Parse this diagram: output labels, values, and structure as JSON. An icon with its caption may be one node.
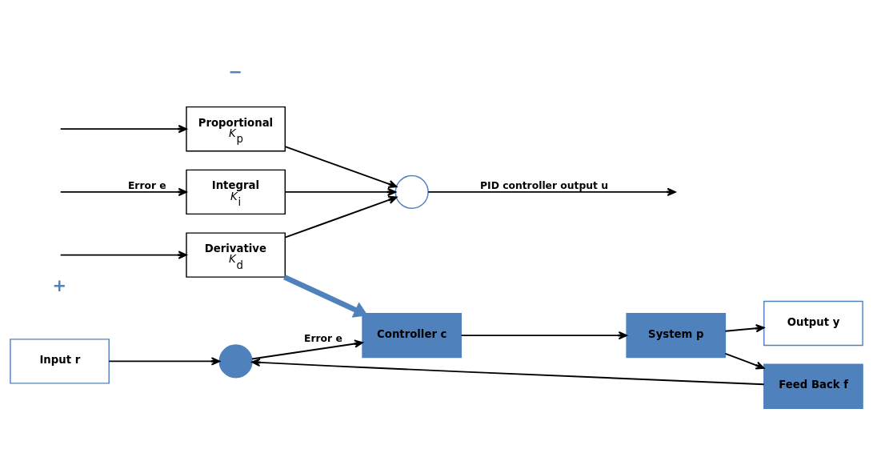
{
  "diagram": {
    "nodes": [
      {
        "text": [
          "Proportional",
          "*K*$_{p}$"
        ]
      },
      {
        "text": [
          "Integral",
          "*K*$_{i}$"
        ]
      },
      {
        "text": [
          "Derivative",
          "*K*$_{d}$"
        ]
      },
      {
        "text": [],
        "shape": "circle"
      },
      {
        "text": [
          "Input r"
        ]
      },
      {
        "text": [],
        "shape": "circle"
      },
      {
        "text": [
          "Controller c"
        ]
      },
      {
        "text": [
          "System p"
        ]
      },
      {
        "text": [
          "Output y"
        ]
      },
      {
        "text": [
          "Feed Back f"
        ]
      }
    ],
    "edges": [
      {
        "from": null,
        "to": 0,
        "arrow": "to"
      },
      {
        "from": null,
        "to": 1,
        "arrow": "to",
        "label": "Error e"
      },
      {
        "from": null,
        "to": 2,
        "arrow": "to"
      },
      {
        "from": 0,
        "to": 3,
        "arrow": "to"
      },
      {
        "from": 1,
        "to": 3,
        "arrow": "to"
      },
      {
        "from": 2,
        "to": 3,
        "arrow": "to"
      },
      {
        "from": 3,
        "to": null,
        "arrow": "to",
        "label": "PID controller output u"
      },
      {
        "from": 2,
        "to": 6,
        "arrow": "to",
        "style": "thick",
        "color": "#4f81bd"
      },
      {
        "from": 4,
        "to": 5,
        "arrow": "to"
      },
      {
        "from": 5,
        "to": 6,
        "arrow": "to",
        "label": "Error e"
      },
      {
        "from": 6,
        "to": 7,
        "arrow": "to"
      },
      {
        "from": 7,
        "to": 8,
        "arrow": "to"
      },
      {
        "from": 7,
        "to": 9,
        "arrow": "to"
      },
      {
        "from": 9,
        "to": 5,
        "arrow": "to"
      }
    ],
    "labels": [
      "+",
      "−"
    ]
  }
}
